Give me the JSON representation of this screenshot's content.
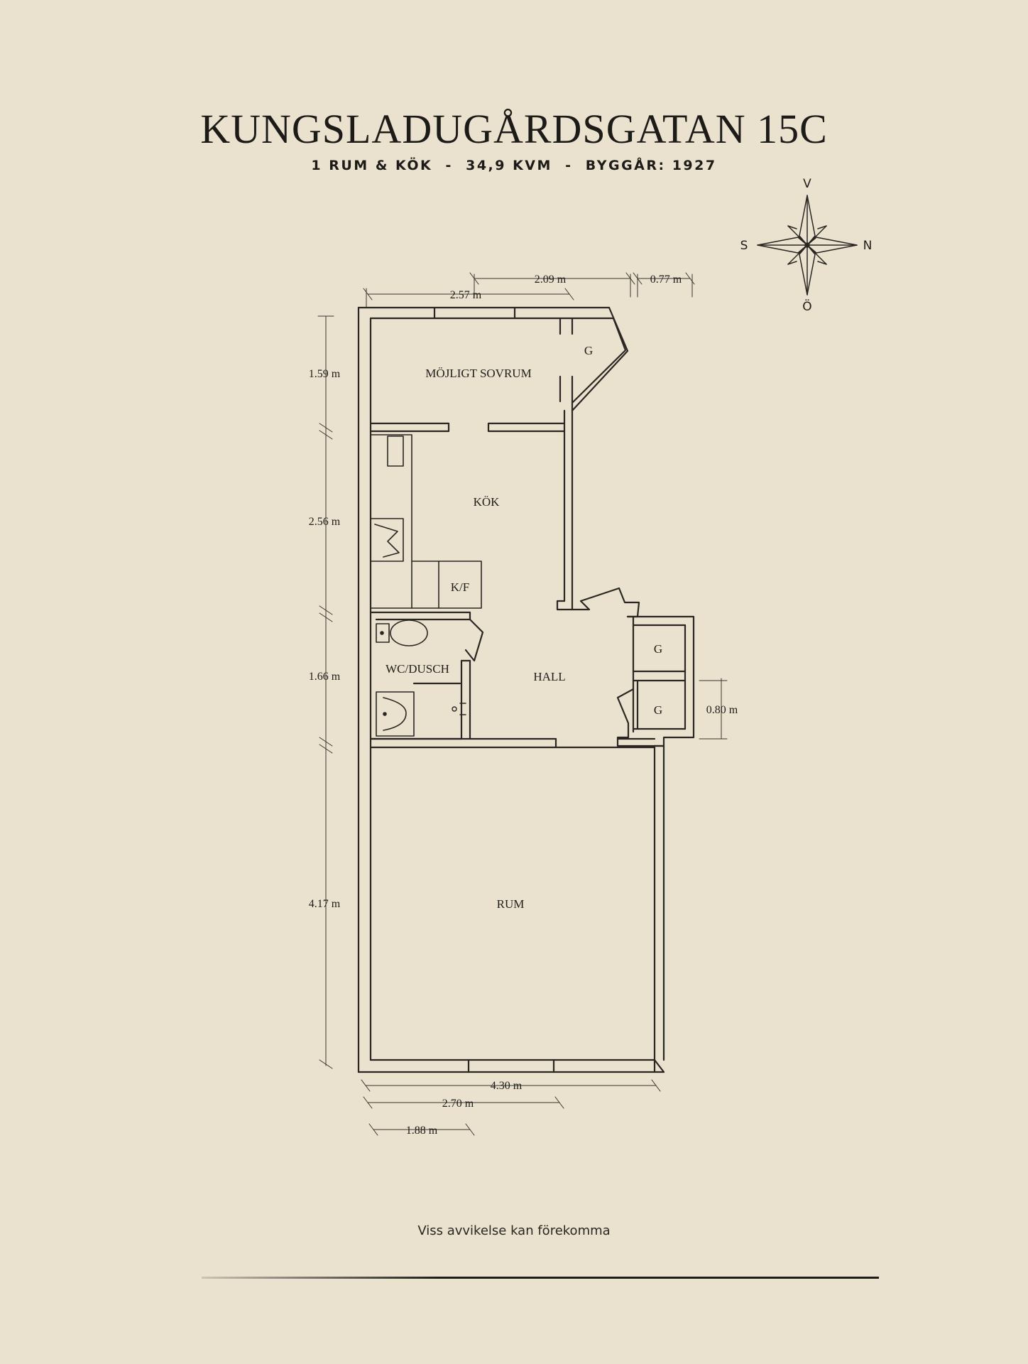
{
  "title": "KUNGSLADUGÅRDSGATAN 15C",
  "subtitle": "1 RUM & KÖK  -  34,9 KVM  -  BYGGÅR: 1927",
  "compass": {
    "north": "N",
    "south": "S",
    "west": "V",
    "east": "Ö"
  },
  "rooms": {
    "bedroom": "MÖJLIGT SOVRUM",
    "closet_top": "G",
    "kitchen": "KÖK",
    "fridge": "K/F",
    "bathroom": "WC/DUSCH",
    "hall": "HALL",
    "closet_hall_1": "G",
    "closet_hall_2": "G",
    "living_room": "RUM"
  },
  "dimensions": {
    "top_a": "2.09 m",
    "top_b": "0.77 m",
    "top_c": "2.57 m",
    "left_1": "1.59 m",
    "left_2": "2.56 m",
    "left_3": "1.66 m",
    "left_4": "4.17 m",
    "right_closet": "0.80 m",
    "bottom_a": "4.30 m",
    "bottom_b": "2.70 m",
    "bottom_c": "1.88 m"
  },
  "disclaimer": "Viss avvikelse kan förekomma"
}
